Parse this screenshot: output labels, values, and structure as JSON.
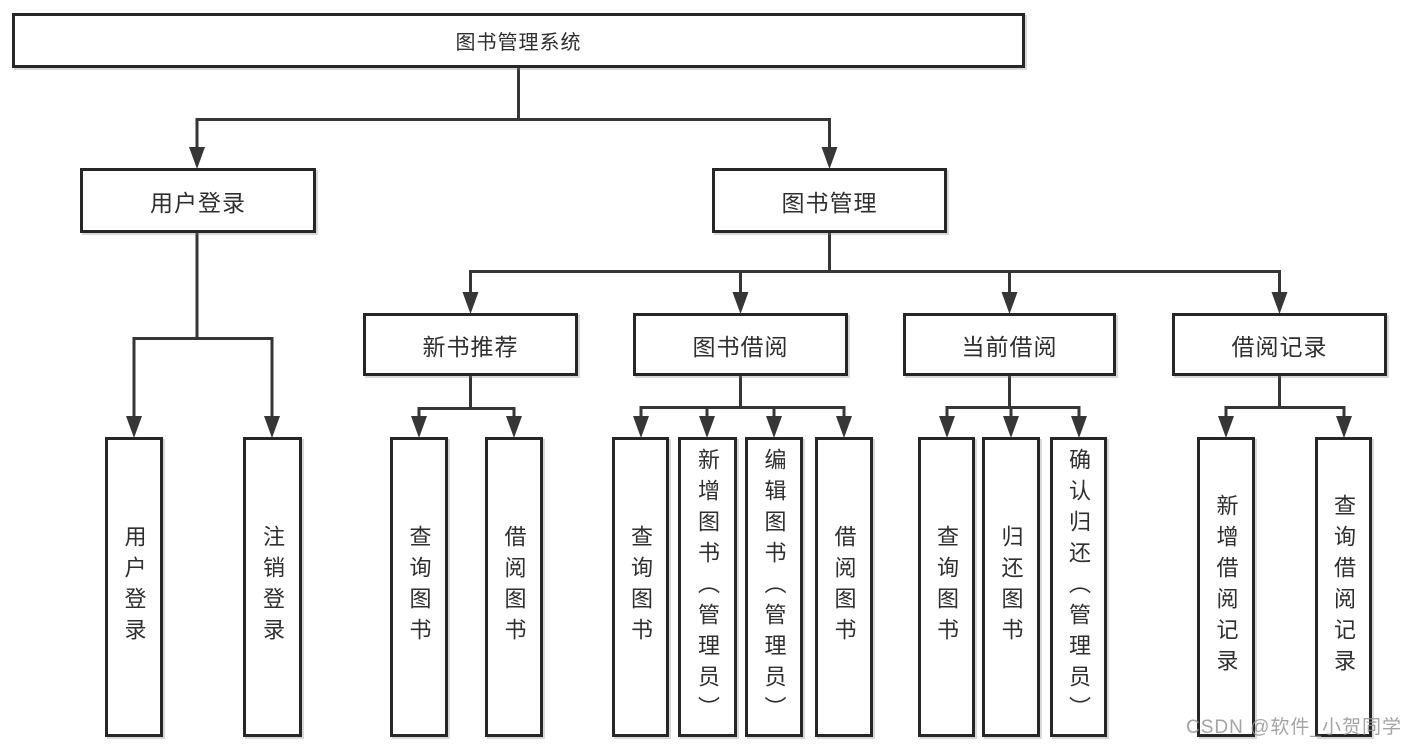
{
  "tree": {
    "label": "图书管理系统",
    "children": [
      {
        "label": "用户登录",
        "children": [
          {
            "label": "用户登录"
          },
          {
            "label": "注销登录"
          }
        ]
      },
      {
        "label": "图书管理",
        "children": [
          {
            "label": "新书推荐",
            "children": [
              {
                "label": "查询图书"
              },
              {
                "label": "借阅图书"
              }
            ]
          },
          {
            "label": "图书借阅",
            "children": [
              {
                "label": "查询图书"
              },
              {
                "label": "新增图书（管理员）"
              },
              {
                "label": "编辑图书（管理员）"
              },
              {
                "label": "借阅图书"
              }
            ]
          },
          {
            "label": "当前借阅",
            "children": [
              {
                "label": "查询图书"
              },
              {
                "label": "归还图书"
              },
              {
                "label": "确认归还（管理员）"
              }
            ]
          },
          {
            "label": "借阅记录",
            "children": [
              {
                "label": "新增借阅记录"
              },
              {
                "label": "查询借阅记录"
              }
            ]
          }
        ]
      }
    ]
  },
  "watermark": {
    "text": "CSDN @软件_小贺同学"
  },
  "colors": {
    "line": "#363636",
    "box_border": "#262626",
    "text": "#2f2f2f",
    "watermark": "#949494",
    "background": "#ffffff"
  }
}
